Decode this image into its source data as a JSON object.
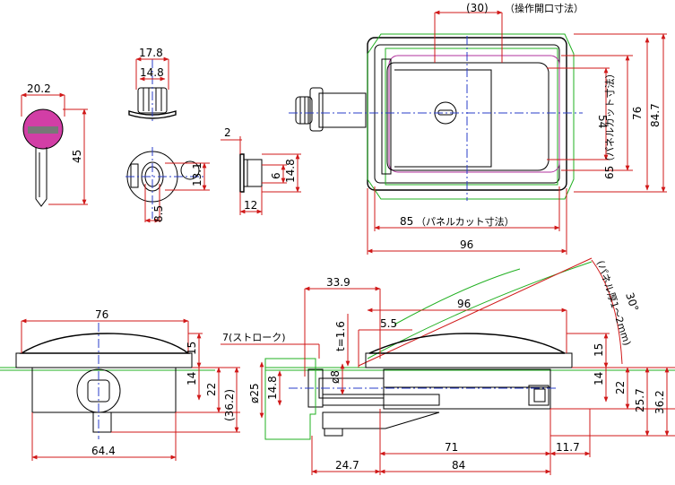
{
  "top_view": {
    "opening_dim": "(30)",
    "opening_note": "（操作開口寸法）",
    "panel_cut_h_dim": "65",
    "panel_cut_h_note": "（パネルカット寸法）",
    "dim_54": "54",
    "dim_76": "76",
    "dim_84_7": "84.7",
    "panel_cut_w_dim": "85",
    "panel_cut_w_note": "（パネルカット寸法）",
    "dim_96": "96"
  },
  "key_view": {
    "width": "20.2",
    "height": "45"
  },
  "cylinder_front": {
    "dim_17_8": "17.8",
    "dim_14_8": "14.8"
  },
  "cylinder_section": {
    "dim_13_1": "13.1",
    "dim_8_5": "8.5"
  },
  "washer_view": {
    "thickness": "2",
    "dim_6": "6",
    "dim_14_8": "14.8",
    "dim_12": "12"
  },
  "side_view_left": {
    "width_76": "76",
    "dim_15": "15",
    "dim_14": "14",
    "dim_22": "22",
    "dim_36_2": "(36.2)",
    "bottom_64_4": "64.4"
  },
  "side_view_right": {
    "dim_33_9": "33.9",
    "dim_96": "96",
    "stroke_label": "7(ストローク)",
    "t_label": "t=1.6",
    "dim_5_5": "5.5",
    "dim_phi8": "ø8",
    "dim_phi25": "ø25",
    "dim_14_8": "14.8",
    "dim_15": "15",
    "dim_14": "14",
    "dim_22": "22",
    "dim_25_7": "25.7",
    "dim_36_2": "36.2",
    "dim_71": "71",
    "dim_11_7": "11.7",
    "dim_24_7": "24.7",
    "dim_84": "84",
    "angle_label": "30°",
    "panel_thickness_note": "(パネル厚1〜2mm)"
  }
}
